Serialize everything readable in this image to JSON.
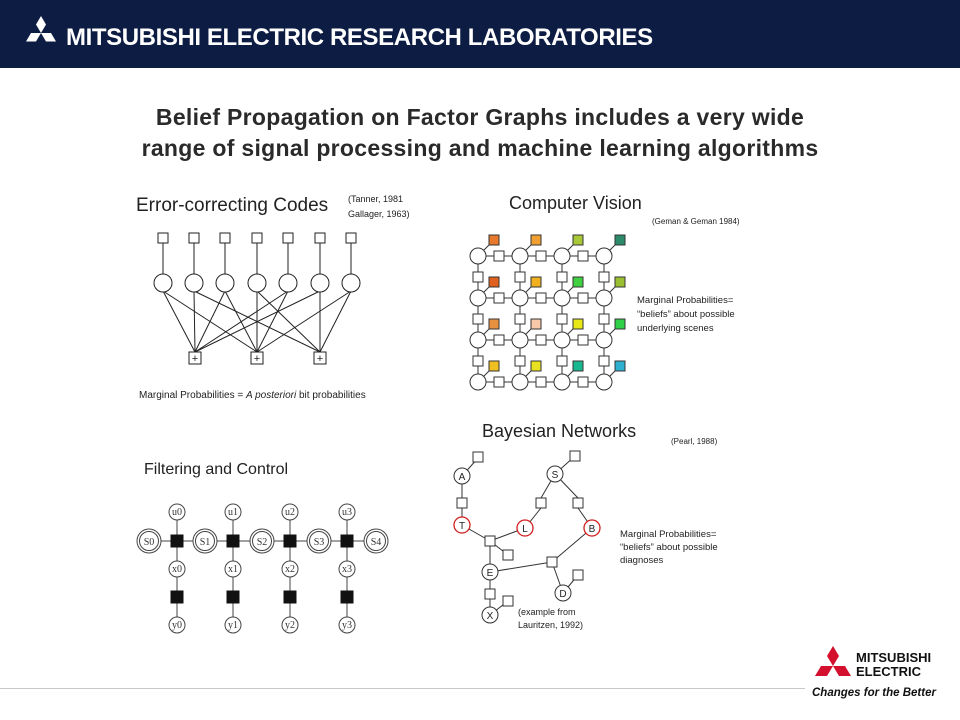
{
  "header": {
    "org_name": "MITSUBISHI ELECTRIC RESEARCH LABORATORIES"
  },
  "slide": {
    "title_line1": "Belief Propagation on Factor Graphs includes a very wide",
    "title_line2": "range of signal processing and machine learning algorithms"
  },
  "ecc": {
    "title": "Error-correcting Codes",
    "cite1": "(Tanner, 1981",
    "cite2": "Gallager, 1963)",
    "check": "+",
    "caption_pre": "Marginal Probabilities = ",
    "caption_em": "A posteriori",
    "caption_post": " bit probabilities"
  },
  "vision": {
    "title": "Computer Vision",
    "cite": "(Geman & Geman 1984)",
    "note1": "Marginal Probabilities=",
    "note2": "“beliefs” about possible",
    "note3": "underlying scenes",
    "colors": [
      "#e8782a",
      "#f0a030",
      "#a8c838",
      "#2a8a6a",
      "#e06020",
      "#f0b020",
      "#40d040",
      "#98c030",
      "#e89040",
      "#f8c8a8",
      "#e8e818",
      "#30d048",
      "#f0c020",
      "#e8e020",
      "#18b890",
      "#30b0d0"
    ]
  },
  "bayes": {
    "title": "Bayesian Networks",
    "cite": "(Pearl, 1988)",
    "node_a": "A",
    "node_s": "S",
    "node_t": "T",
    "node_l": "L",
    "node_b": "B",
    "node_e": "E",
    "node_d": "D",
    "node_x": "X",
    "note1": "Marginal Probabilities=",
    "note2": "“beliefs” about possible",
    "note3": "diagnoses",
    "example1": "(example from",
    "example2": "Lauritzen, 1992)"
  },
  "filter": {
    "title": "Filtering and Control",
    "s": [
      "S0",
      "S1",
      "S2",
      "S3",
      "S4"
    ],
    "u": [
      "u0",
      "u1",
      "u2",
      "u3"
    ],
    "x": [
      "x0",
      "x1",
      "x2",
      "x3"
    ],
    "y": [
      "y0",
      "y1",
      "y2",
      "y3"
    ]
  },
  "logo": {
    "line1": "MITSUBISHI",
    "line2": "ELECTRIC",
    "tagline": "Changes for the Better"
  }
}
